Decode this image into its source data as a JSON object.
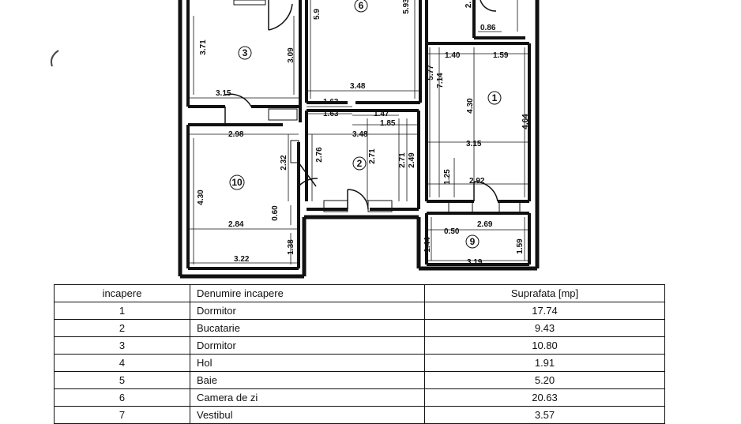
{
  "plan": {
    "rooms": [
      "6",
      "3",
      "1",
      "2",
      "10",
      "9"
    ],
    "dims": [
      "5.9",
      "5.93",
      "2.",
      "3.71",
      "3.09",
      "0.86",
      "1.40",
      "1.59",
      "5.77",
      "7.14",
      "4.30",
      "4.64",
      "3.15",
      "3.48",
      "3.15",
      "1.63",
      "1.63",
      "1.47",
      "1.85",
      "3.48",
      "2.98",
      "2.32",
      "2.76",
      "2.71",
      "2.71",
      "2.49",
      "2.92",
      "1.25",
      "4.30",
      "0.60",
      "2.84",
      "1.38",
      "3.22",
      "2.69",
      "1.44",
      "0.50",
      "1.59",
      "3.19"
    ]
  },
  "table": {
    "headers": [
      "incapere",
      "Denumire incapere",
      "Suprafata [mp]"
    ],
    "rows": [
      [
        "1",
        "Dormitor",
        "17.74"
      ],
      [
        "2",
        "Bucatarie",
        "9.43"
      ],
      [
        "3",
        "Dormitor",
        "10.80"
      ],
      [
        "4",
        "Hol",
        "1.91"
      ],
      [
        "5",
        "Baie",
        "5.20"
      ],
      [
        "6",
        "Camera de zi",
        "20.63"
      ],
      [
        "7",
        "Vestibul",
        "3.57"
      ]
    ]
  }
}
